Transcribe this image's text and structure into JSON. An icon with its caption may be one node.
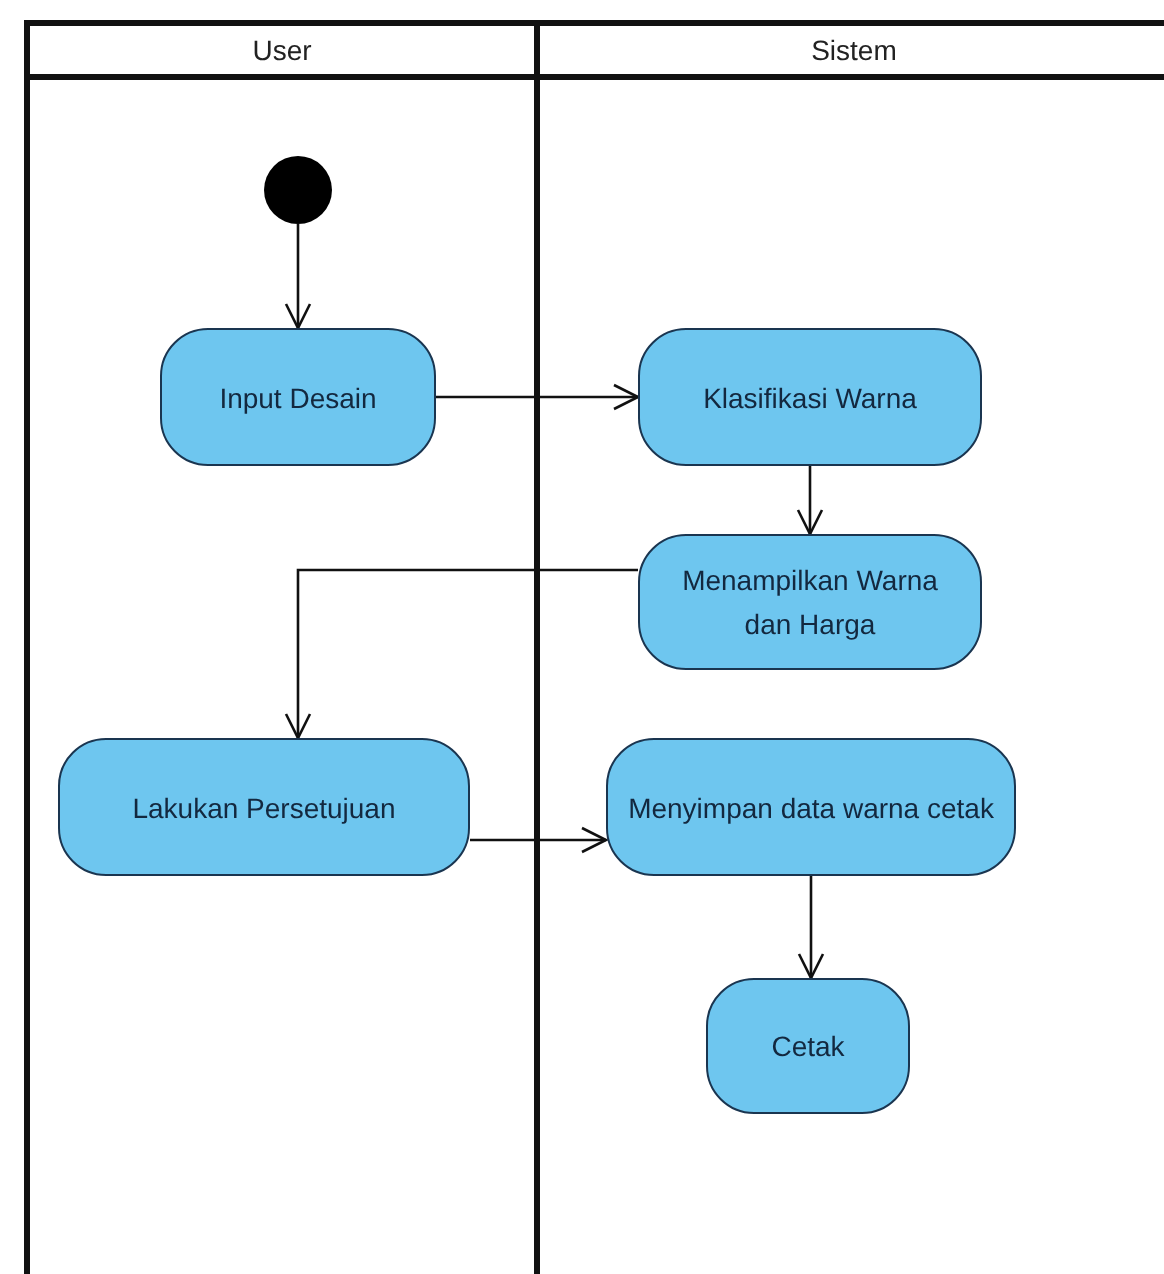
{
  "diagram": {
    "nodes": [
      {
        "text": [
          "User"
        ]
      },
      {
        "text": [
          "Sistem"
        ]
      },
      {
        "text": [],
        "shape": "circle",
        "in": 0
      },
      {
        "text": [
          "Input Desain"
        ],
        "in": 0
      },
      {
        "text": [
          "Klasifikasi Warna"
        ],
        "in": 1
      },
      {
        "text": [
          "Menampilkan Warna dan Harga"
        ],
        "in": 1
      },
      {
        "text": [
          "Lakukan Persetujuan"
        ],
        "in": 0
      },
      {
        "text": [
          "Menyimpan data warna cetak"
        ],
        "in": 1
      },
      {
        "text": [
          "Cetak"
        ],
        "in": 1
      }
    ],
    "edges": [
      {
        "from": 2,
        "to": 3,
        "arrow": "to"
      },
      {
        "from": 3,
        "to": 4,
        "arrow": "to"
      },
      {
        "from": 4,
        "to": 5,
        "arrow": "to"
      },
      {
        "from": 5,
        "to": 6,
        "arrow": "to"
      },
      {
        "from": 6,
        "to": 7,
        "arrow": "to"
      },
      {
        "from": 7,
        "to": 8,
        "arrow": "to"
      }
    ]
  }
}
